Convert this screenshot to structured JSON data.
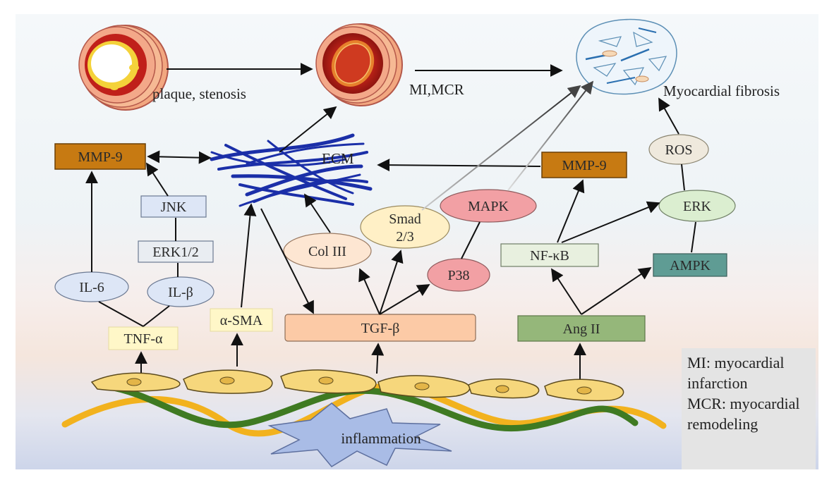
{
  "stages": {
    "plaque": "plaque, stenosis",
    "mi": "MI,MCR",
    "fibrosis": "Myocardial fibrosis"
  },
  "ecm": "ECM",
  "inflammation": "inflammation",
  "nodes": {
    "mmp9_left": "MMP-9",
    "jnk": "JNK",
    "erk12": "ERK1/2",
    "il6": "IL-6",
    "ilb": "IL-β",
    "tnfa": "TNF-α",
    "asma": "α-SMA",
    "col3": "Col III",
    "smad_line1": "Smad",
    "smad_line2": "2/3",
    "mapk": "MAPK",
    "p38": "P38",
    "tgfb": "TGF-β",
    "mmp9_right": "MMP-9",
    "nfkb": "NF-κB",
    "ros": "ROS",
    "erk": "ERK",
    "ampk": "AMPK",
    "ang2": "Ang II"
  },
  "legend": {
    "mi_def": "MI: myocardial infarction",
    "mcr_def": "MCR: myocardial remodeling"
  },
  "colors": {
    "mmp9": "#c77a12",
    "light_blue": "#dde6f6",
    "light_yellow": "#fff7c8",
    "peach": "#fde3c8",
    "pink": "#f2a0a4",
    "green": "#95b77a",
    "teal": "#5f9c94",
    "erk_green": "#dbeed0",
    "nfkb_fill": "#e8f0df",
    "ros_fill": "#efe9dd"
  }
}
